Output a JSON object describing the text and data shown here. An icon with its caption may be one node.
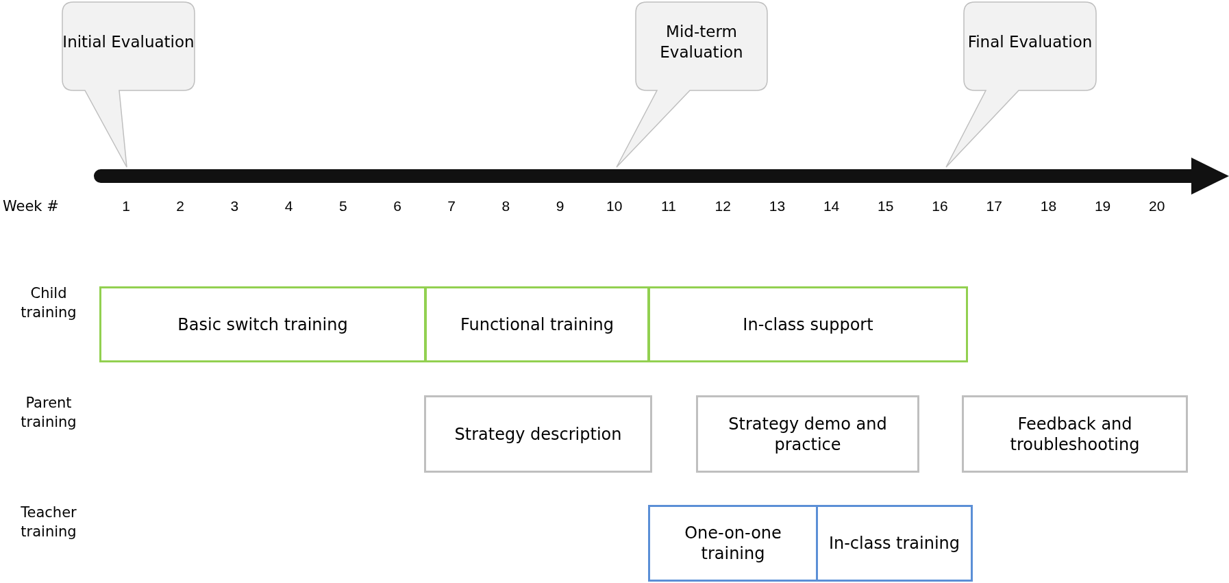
{
  "diagram": {
    "nodes": [
      {
        "text": [
          "Initial Evaluation"
        ]
      },
      {
        "text": [
          "Mid-term Evaluation"
        ]
      },
      {
        "text": [
          "Final Evaluation"
        ]
      },
      {
        "text": [
          "Basic switch training"
        ]
      },
      {
        "text": [
          "Functional training"
        ]
      },
      {
        "text": [
          "In-class support"
        ]
      },
      {
        "text": [
          "Strategy description"
        ]
      },
      {
        "text": [
          "Strategy demo and practice"
        ]
      },
      {
        "text": [
          "Feedback and troubleshooting"
        ]
      },
      {
        "text": [
          "One-on-one training"
        ]
      },
      {
        "text": [
          "In-class training"
        ]
      }
    ],
    "labels": [
      "Week #",
      "1",
      "2",
      "3",
      "4",
      "5",
      "6",
      "7",
      "8",
      "9",
      "10",
      "11",
      "12",
      "13",
      "14",
      "15",
      "16",
      "17",
      "18",
      "19",
      "20",
      "Child training",
      "Parent training",
      "Teacher training"
    ]
  }
}
